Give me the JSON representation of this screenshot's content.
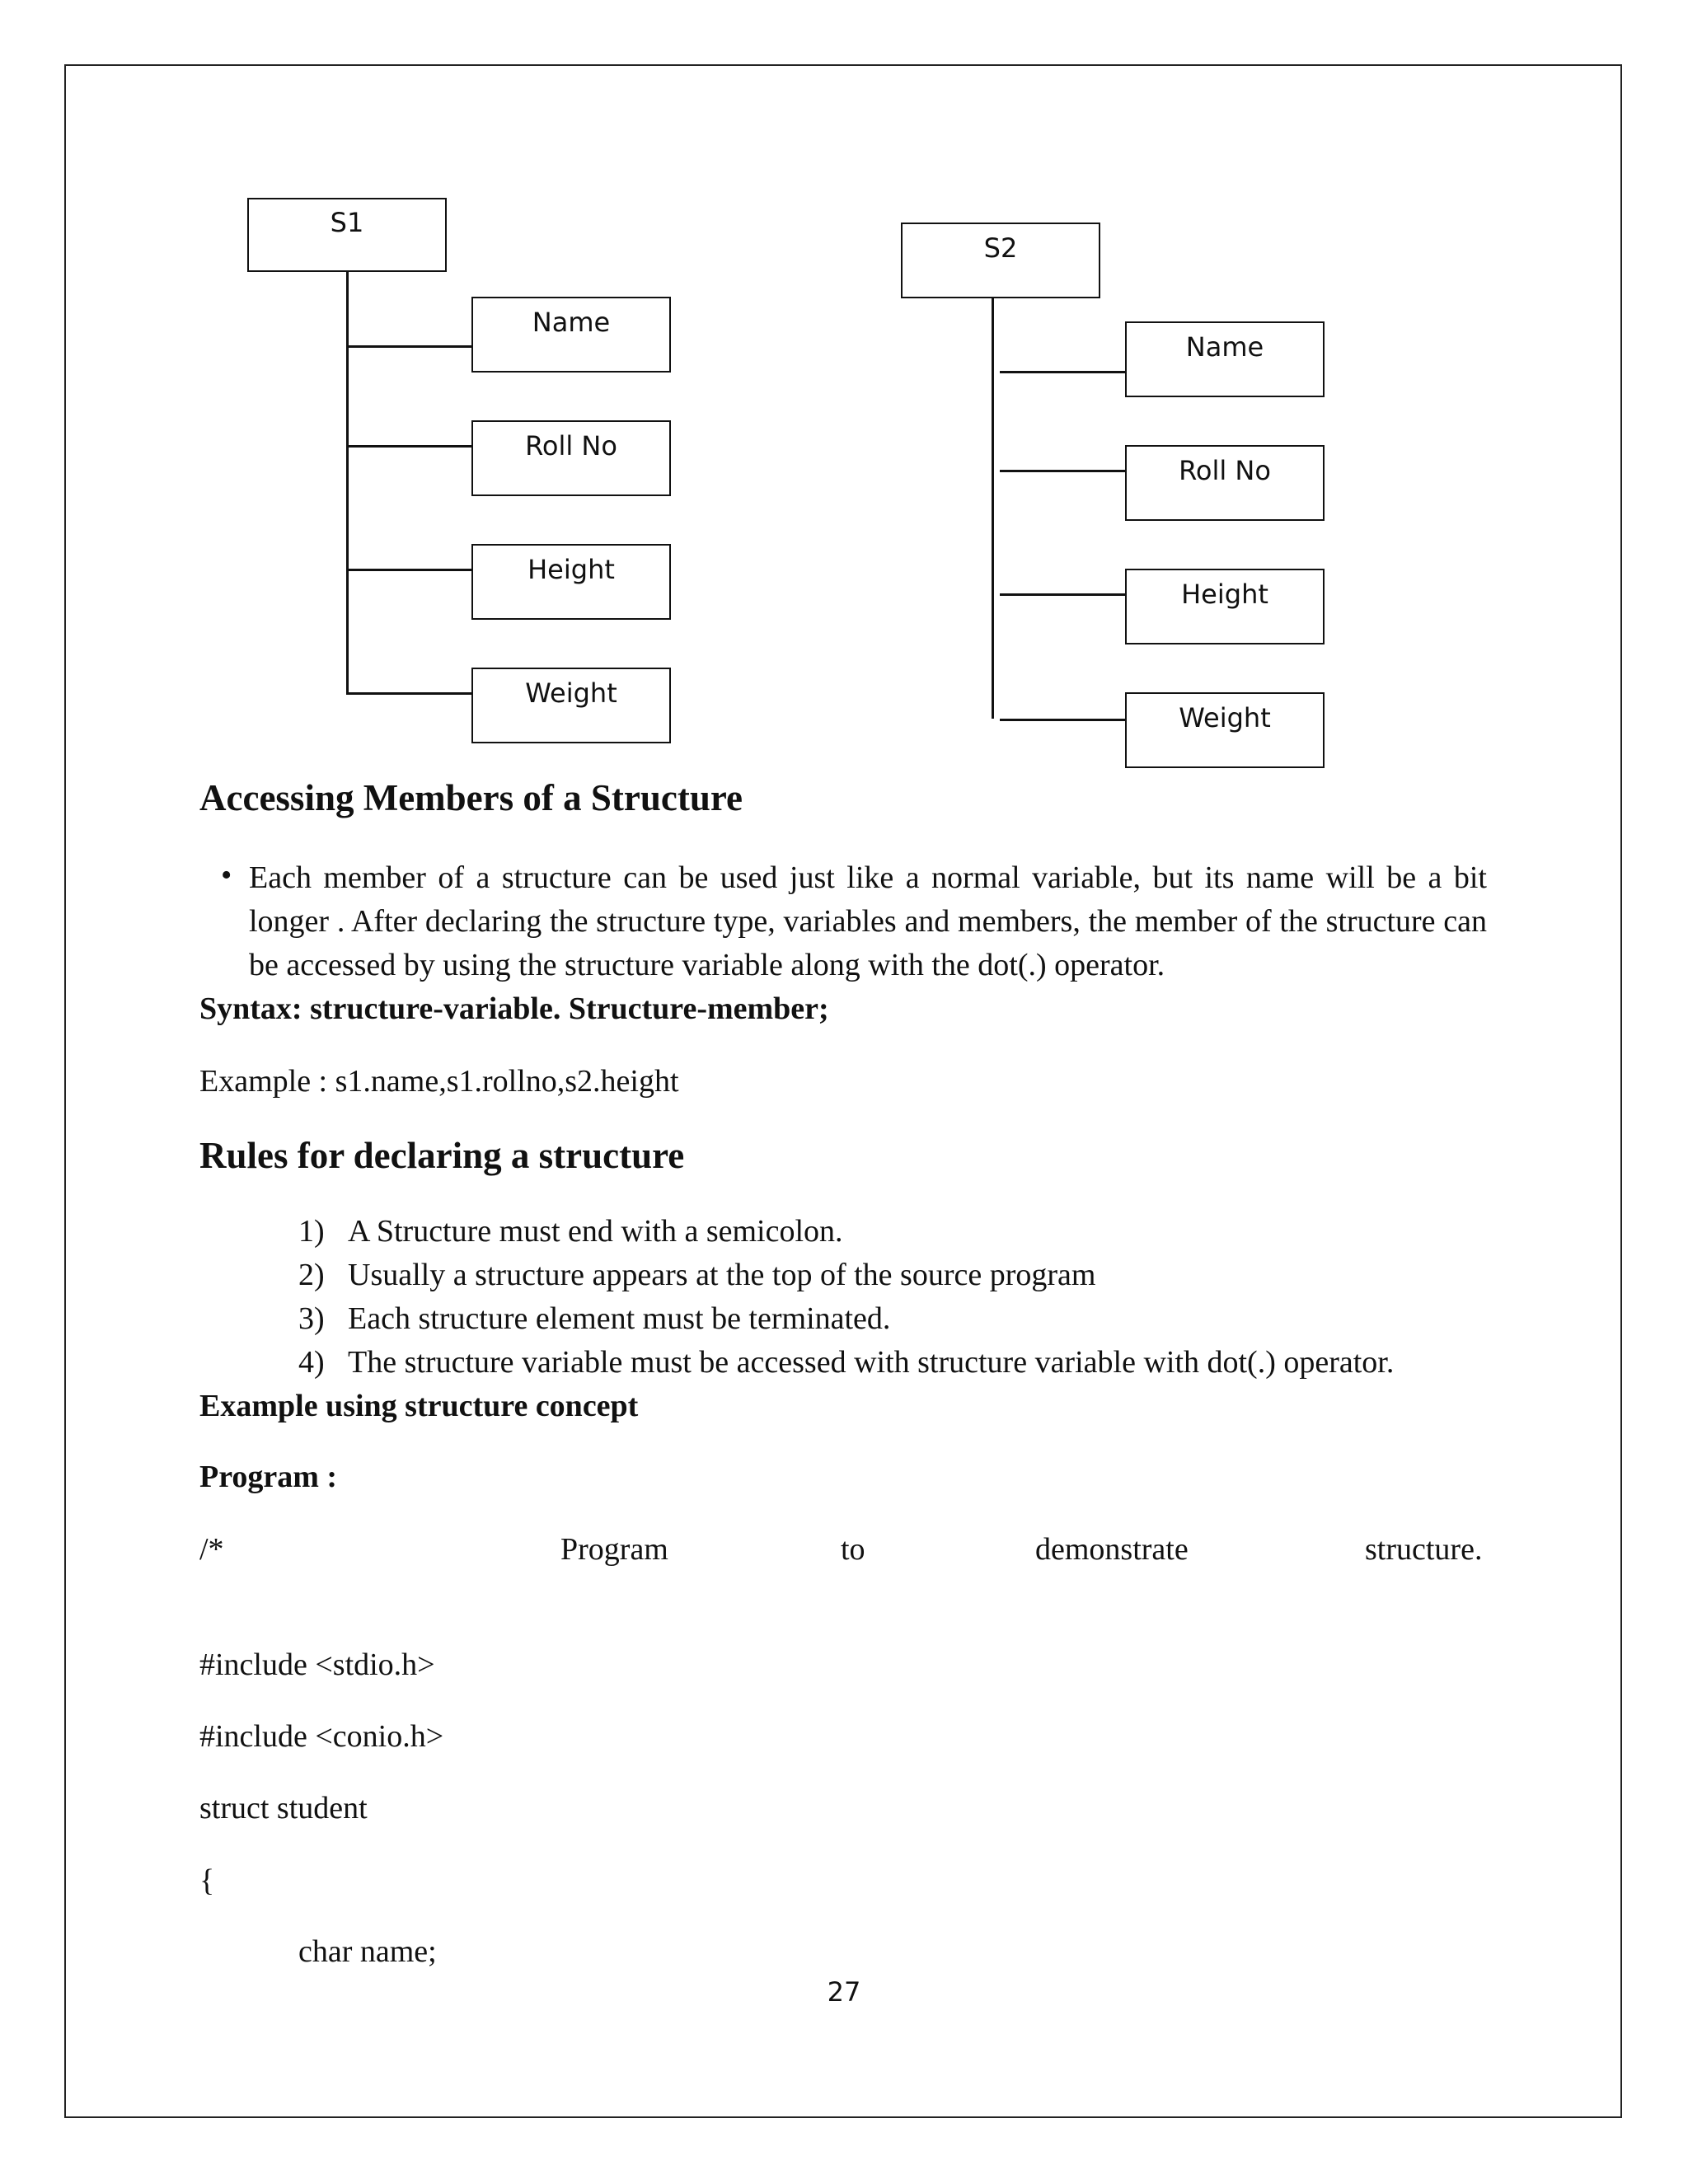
{
  "diagram": {
    "s1": {
      "root_label": "S1",
      "members": [
        "Name",
        "Roll No",
        "Height",
        "Weight"
      ]
    },
    "s2": {
      "root_label": "S2",
      "members": [
        "Name",
        "Roll No",
        "Height",
        "Weight"
      ]
    }
  },
  "section_accessing": {
    "heading": "Accessing Members of a Structure",
    "bullet_symbol": "•",
    "bullet_text": "Each member of a structure can be used just like a normal variable, but its name will be a bit longer . After declaring the structure type, variables and members, the member of the structure can be accessed  by using the structure variable along with the dot(.) operator.",
    "syntax": "Syntax:  structure-variable. Structure-member;",
    "example": "Example : s1.name,s1.rollno,s2.height"
  },
  "section_rules": {
    "heading": "Rules for declaring a structure",
    "items": [
      {
        "num": "1)",
        "text": "A Structure must end with a semicolon."
      },
      {
        "num": "2)",
        "text": "Usually a structure appears at the top of the source program"
      },
      {
        "num": "3)",
        "text": "Each structure element must be terminated."
      },
      {
        "num": "4)",
        "text": "The structure variable must be accessed with structure variable with dot(.) operator."
      }
    ]
  },
  "example_heading": "Example using structure concept",
  "program_label": "Program :",
  "program_comment": [
    "/*",
    "Program",
    "to",
    "demonstrate",
    "structure."
  ],
  "code_lines": [
    "#include <stdio.h>",
    "#include <conio.h>",
    "struct  student",
    "{",
    "char name;"
  ],
  "page_number": "27"
}
